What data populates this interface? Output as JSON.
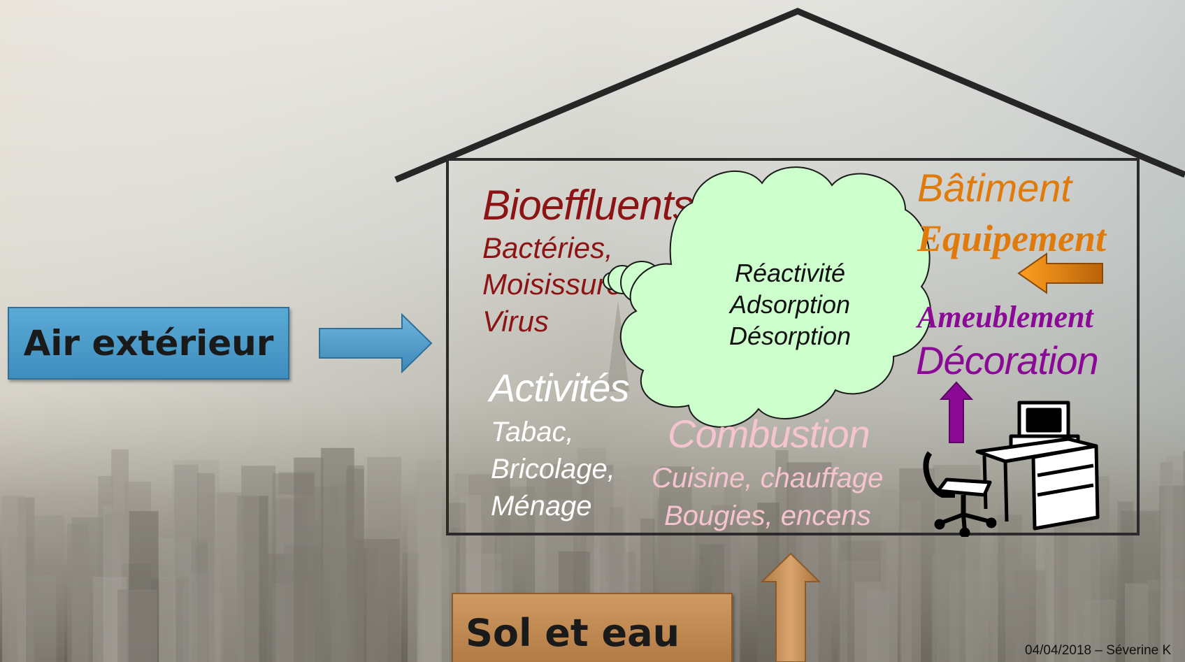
{
  "colors": {
    "bioeffluents": "#8c1414",
    "activities": "#ffffff",
    "combustion": "#f6c4d0",
    "building": "#e07a0a",
    "furniture": "#8a0a96",
    "cloud_fill": "#ccffcc",
    "blue_box": "#4a98c6",
    "brown_box": "#c08a52"
  },
  "boxes": {
    "outside_air": "Air extérieur",
    "soil_water": "Sol et eau"
  },
  "house": {
    "bioeffluents": {
      "title": "Bioeffluents",
      "items": [
        "Bactéries,",
        "Moisissures,",
        "Virus"
      ]
    },
    "activities": {
      "title": "Activités",
      "items": [
        "Tabac,",
        "Bricolage,",
        "Ménage"
      ]
    },
    "combustion": {
      "title": "Combustion",
      "items": [
        "Cuisine, chauffage",
        "Bougies, encens"
      ]
    },
    "building": {
      "line1": "Bâtiment",
      "line2": "Equipement"
    },
    "furniture": {
      "line1": "Ameublement",
      "line2": "Décoration"
    },
    "cloud": {
      "lines": [
        "Réactivité",
        "Adsorption",
        "Désorption"
      ]
    }
  },
  "icons": {
    "arrows": [
      "arrow-right-icon",
      "arrow-up-icon",
      "arrow-left-icon"
    ],
    "desk": "office-desk-icon"
  },
  "footer": {
    "date_author": "04/04/2018 – Séverine K"
  }
}
